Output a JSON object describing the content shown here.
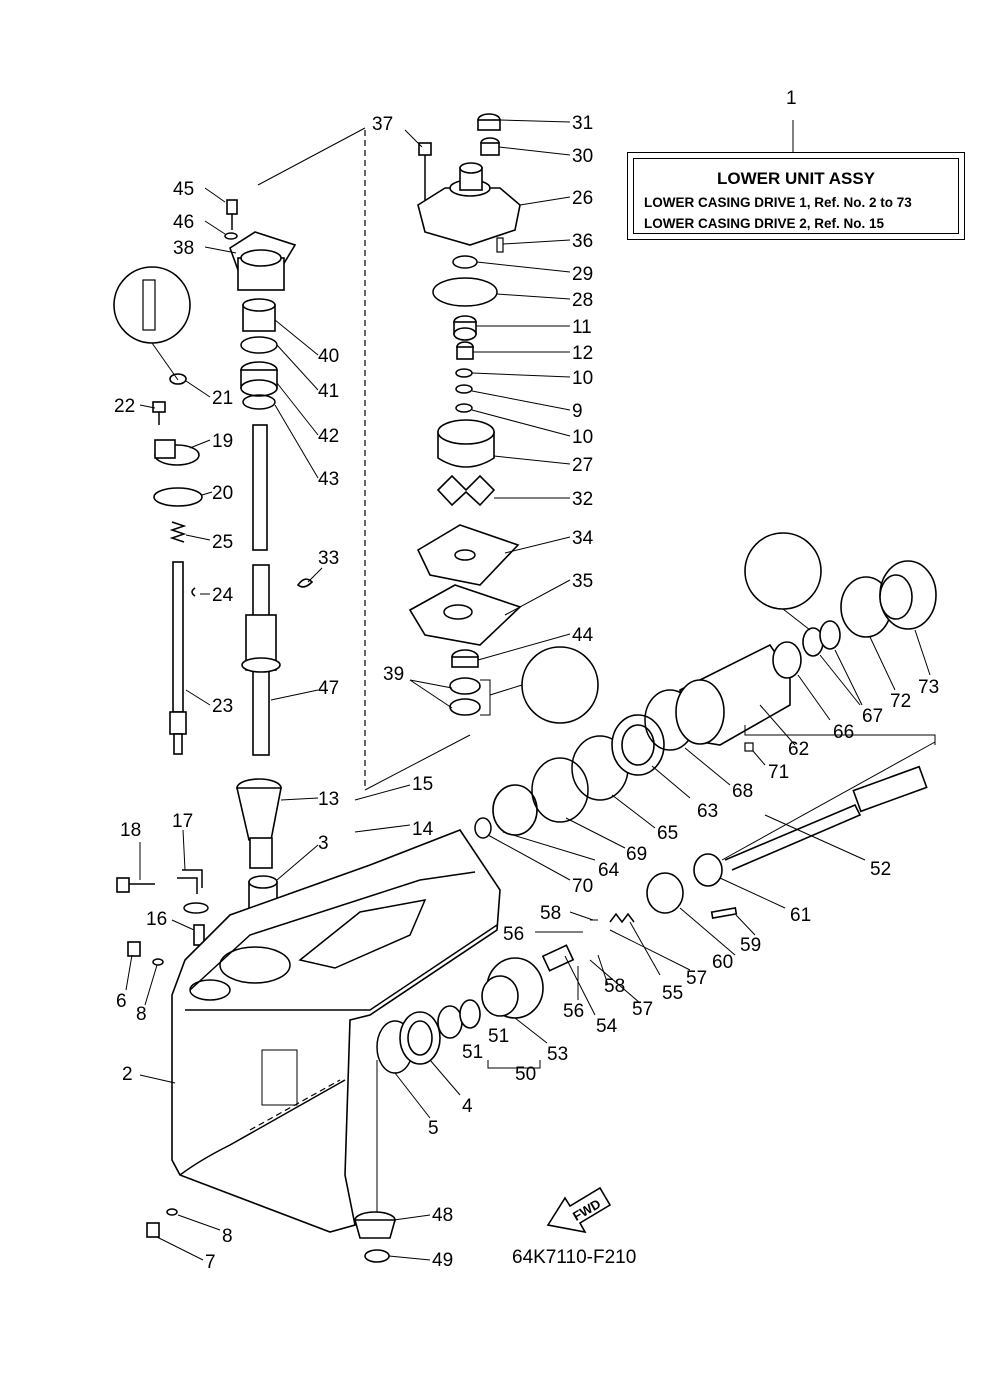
{
  "figure": {
    "code": "64K7110-F210",
    "fwd_label": "FWD"
  },
  "title_box": {
    "ref_no": "1",
    "title": "LOWER UNIT ASSY",
    "lines": [
      "LOWER CASING DRIVE 1,  Ref. No. 2 to 73",
      "LOWER CASING DRIVE 2,  Ref. No. 15"
    ]
  },
  "callouts": [
    "37",
    "31",
    "30",
    "26",
    "36",
    "29",
    "28",
    "11",
    "12",
    "10",
    "9",
    "10",
    "27",
    "32",
    "34",
    "35",
    "44",
    "39",
    "45",
    "46",
    "38",
    "40",
    "41",
    "42",
    "43",
    "22",
    "21",
    "19",
    "20",
    "25",
    "24",
    "23",
    "33",
    "47",
    "15",
    "14",
    "13",
    "3",
    "18",
    "17",
    "16",
    "6",
    "8",
    "2",
    "8",
    "7",
    "48",
    "49",
    "5",
    "4",
    "51",
    "51",
    "50",
    "53",
    "52",
    "54",
    "55",
    "56",
    "56",
    "57",
    "57",
    "58",
    "58",
    "59",
    "60",
    "61",
    "62",
    "63",
    "64",
    "65",
    "66",
    "67",
    "68",
    "69",
    "70",
    "71",
    "72",
    "73"
  ]
}
